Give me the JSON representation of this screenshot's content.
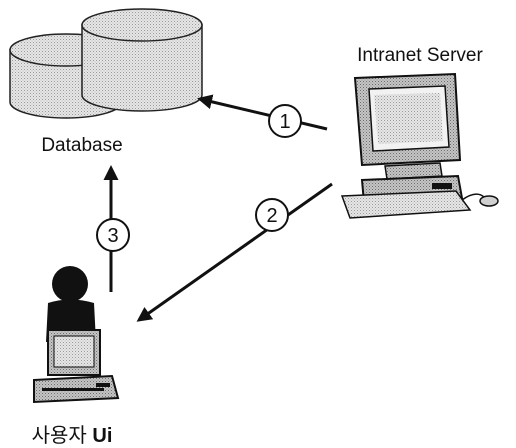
{
  "labels": {
    "database": "Database",
    "server": "Intranet Server",
    "user_prefix": "사용자 ",
    "user_suffix": "Ui"
  },
  "steps": [
    {
      "number": "1"
    },
    {
      "number": "2"
    },
    {
      "number": "3"
    }
  ],
  "colors": {
    "stroke": "#111111",
    "fill_light": "#dcdcdc",
    "fill_dark": "#111111",
    "background": "#ffffff"
  }
}
